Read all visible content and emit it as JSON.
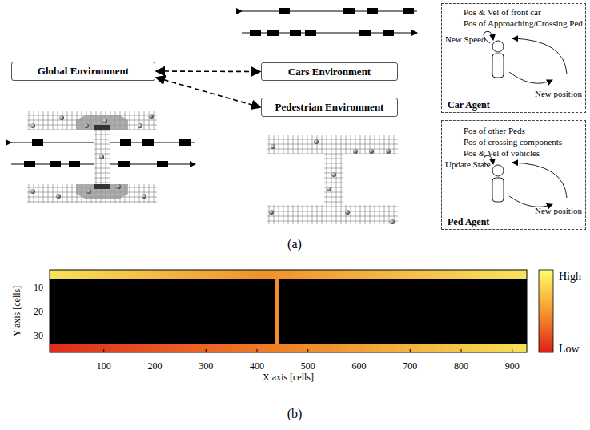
{
  "diagram": {
    "nodes": [
      {
        "text": [
          "Global Environment"
        ]
      },
      {
        "text": [
          "Cars Environment"
        ]
      },
      {
        "text": [
          "Pedestrian Environment"
        ]
      },
      {
        "text": [
          "Pos & Vel of front car",
          "Pos of Approaching/Crossing Ped",
          "New Speed",
          "New position",
          "Car Agent"
        ]
      },
      {
        "text": [
          "Pos of other Peds",
          "Pos of crossing components",
          "Pos & Vel of vehicles",
          "Update State",
          "New position",
          "Ped Agent"
        ]
      }
    ],
    "edges": [
      {
        "from": 0,
        "to": 1,
        "arrow": "both"
      },
      {
        "from": 0,
        "to": 2,
        "arrow": "both"
      }
    ],
    "labels": [
      "(a)",
      "Y axis [cells]",
      "10",
      "20",
      "30",
      "100",
      "200",
      "300",
      "400",
      "500",
      "600",
      "700",
      "800",
      "900",
      "X axis [cells]",
      "High",
      "Low",
      "(b)"
    ]
  }
}
